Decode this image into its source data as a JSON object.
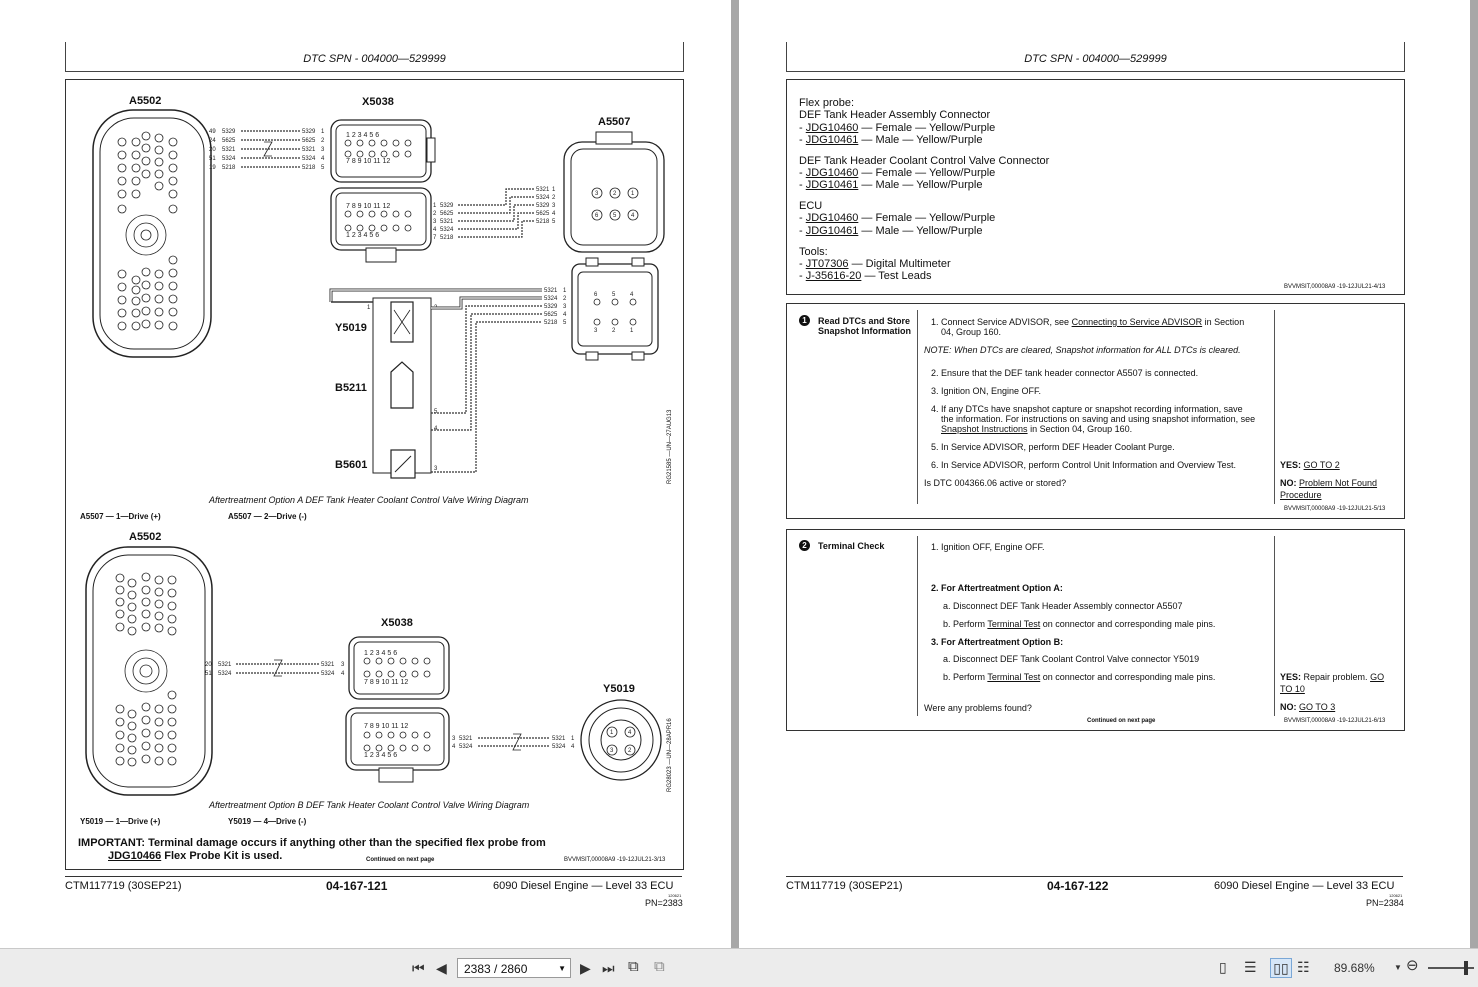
{
  "left_page": {
    "header": "DTC SPN - 004000—529999",
    "diagram_a": {
      "labels": {
        "a5502": "A5502",
        "x5038": "X5038",
        "a5507": "A5507",
        "y5019": "Y5019",
        "b5211": "B5211",
        "b5601": "B5601"
      },
      "caption": "Aftertreatment Option A DEF Tank Heater Coolant Control Valve Wiring Diagram",
      "note_left": "A5507 — 1—Drive (+)",
      "note_right": "A5507 — 2—Drive (-)",
      "side_code": "RG21585 —UN—27AUG13"
    },
    "diagram_b": {
      "labels": {
        "a5502": "A5502",
        "x5038": "X5038",
        "y5019": "Y5019"
      },
      "caption": "Aftertreatment Option B DEF Tank Heater Coolant Control Valve Wiring Diagram",
      "note_left": "Y5019 — 1—Drive (+)",
      "note_right": "Y5019 — 4—Drive (-)",
      "side_code": "RG28023 —UN—28APR16"
    },
    "important": {
      "prefix": "IMPORTANT:",
      "text1": "Terminal damage occurs if anything other than the specified flex probe from",
      "link": "JDG10466",
      "text2": "Flex Probe Kit is used."
    },
    "continued": "Continued on next page",
    "code": "BVVMSIT,00008A9 -19-12JUL21-3/13",
    "footer": {
      "doc": "CTM117719 (30SEP21)",
      "page": "04-167-121",
      "title": "6090 Diesel Engine — Level 33 ECU",
      "small": "120621",
      "pn": "PN=2383"
    }
  },
  "right_page": {
    "header": "DTC SPN - 004000—529999",
    "tools_box": {
      "flex_probe": "Flex probe:",
      "g1_title": "DEF Tank Header Assembly Connector",
      "g2_title": "DEF Tank Header Coolant Control Valve Connector",
      "g3_title": "ECU",
      "p1_link": "JDG10460",
      "p1_rest": "— Female — Yellow/Purple",
      "p2_link": "JDG10461",
      "p2_rest": "— Male — Yellow/Purple",
      "tools_title": "Tools:",
      "t1_link": "JT07306",
      "t1_rest": "— Digital Multimeter",
      "t2_link": "J-35616-20",
      "t2_rest": "— Test Leads",
      "dash": "-",
      "code": "BVVMSIT,00008A9 -19-12JUL21-4/13"
    },
    "step1": {
      "num": "1",
      "title": "Read DTCs and Store Snapshot Information",
      "s1a": "1. Connect Service ADVISOR, see",
      "s1link": "Connecting to Service ADVISOR",
      "s1b": "in Section",
      "s1c": "04, Group 160.",
      "note": "NOTE: When DTCs are cleared, Snapshot information for ALL DTCs is cleared.",
      "s2": "2. Ensure that the DEF tank header connector A5507 is connected.",
      "s3": "3. Ignition ON, Engine OFF.",
      "s4a": "4. If any DTCs have snapshot capture or snapshot recording information, save",
      "s4b": "the information. For instructions on saving and using snapshot information, see",
      "s4link": "Snapshot Instructions",
      "s4c": "in Section 04, Group 160.",
      "s5": "5. In Service ADVISOR, perform DEF Header Coolant Purge.",
      "s6": "6. In Service ADVISOR, perform Control Unit Information and Overview Test.",
      "question": "Is DTC 004366.06 active or stored?",
      "yes_label": "YES:",
      "yes_link": "GO TO 2",
      "no_label": "NO:",
      "no_link1": "Problem Not Found",
      "no_link2": "Procedure",
      "code": "BVVMSIT,00008A9 -19-12JUL21-5/13"
    },
    "step2": {
      "num": "2",
      "title": "Terminal Check",
      "s1": "1. Ignition OFF, Engine OFF.",
      "s2": "2. For Aftertreatment Option A:",
      "s2a": "a. Disconnect DEF Tank Header Assembly connector A5507",
      "s2b_pre": "b. Perform",
      "s2b_link": "Terminal Test",
      "s2b_post": "on connector and corresponding male pins.",
      "s3": "3. For Aftertreatment Option B:",
      "s3a": "a. Disconnect DEF Tank Coolant Control Valve connector Y5019",
      "s3b_pre": "b. Perform",
      "s3b_link": "Terminal Test",
      "s3b_post": "on connector and corresponding male pins.",
      "question": "Were any problems found?",
      "continued": "Continued on next page",
      "yes_label": "YES:",
      "yes_text": "Repair problem.",
      "yes_link1": "GO",
      "yes_link2": "TO 10",
      "no_label": "NO:",
      "no_link": "GO TO 3",
      "code": "BVVMSIT,00008A9 -19-12JUL21-6/13"
    },
    "footer": {
      "doc": "CTM117719 (30SEP21)",
      "page": "04-167-122",
      "title": "6090 Diesel Engine — Level 33 ECU",
      "small": "120621",
      "pn": "PN=2384"
    }
  },
  "toolbar": {
    "page_value": "2383 / 2860",
    "zoom": "89.68%",
    "icons": [
      "first-page-icon",
      "prev-page-icon",
      "next-page-icon",
      "last-page-icon",
      "copy-page-icon",
      "compare-icon",
      "single-page-icon",
      "continuous-icon",
      "two-page-icon",
      "two-page-continuous-icon",
      "zoom-out-icon",
      "zoom-slider"
    ]
  }
}
